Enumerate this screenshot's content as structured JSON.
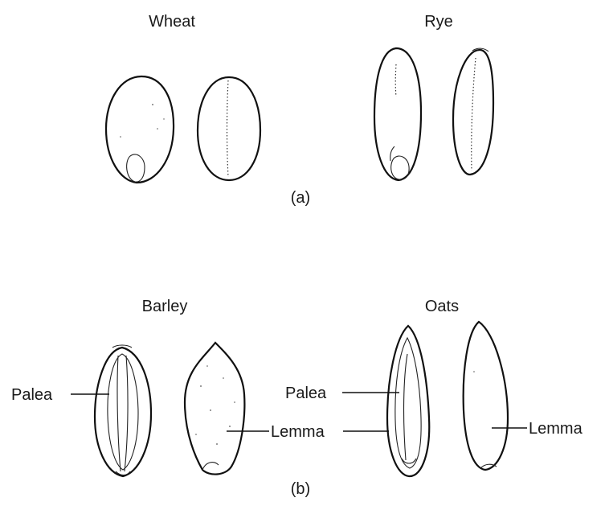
{
  "figure": {
    "panel_a": {
      "marker": "(a)",
      "wheat": {
        "label": "Wheat"
      },
      "rye": {
        "label": "Rye"
      }
    },
    "panel_b": {
      "marker": "(b)",
      "barley": {
        "label": "Barley",
        "palea_label": "Palea",
        "lemma_label": "Lemma"
      },
      "oats": {
        "label": "Oats",
        "palea_label": "Palea",
        "lemma_label": "Lemma"
      }
    }
  }
}
